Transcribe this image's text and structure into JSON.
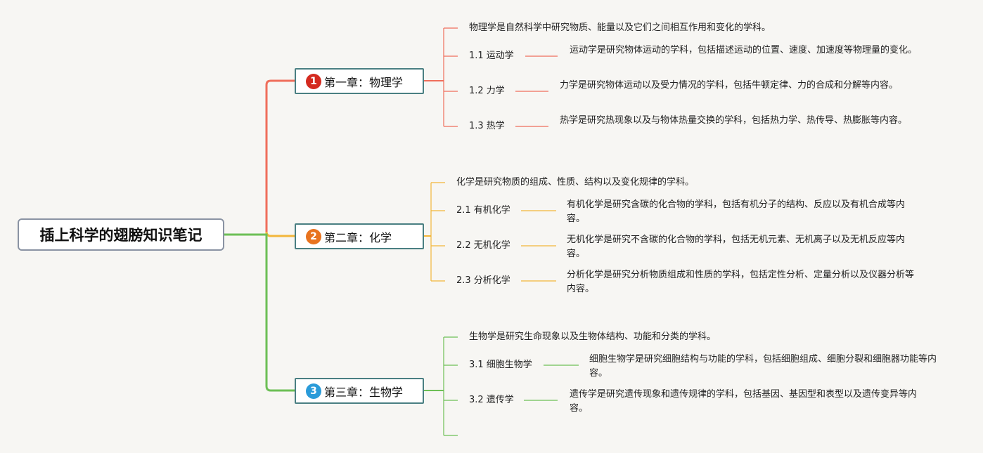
{
  "root": {
    "title": "插上科学的翅膀知识笔记"
  },
  "chapters": [
    {
      "number": "1",
      "title": "第一章：物理学",
      "color": "#ef6e5b",
      "badge_color": "#d42a1f",
      "overview": "物理学是自然科学中研究物质、能量以及它们之间相互作用和变化的学科。",
      "sections": [
        {
          "label": "1.1 运动学",
          "desc": "运动学是研究物体运动的学科，包括描述运动的位置、速度、加速度等物理量的变化。"
        },
        {
          "label": "1.2 力学",
          "desc": "力学是研究物体运动以及受力情况的学科，包括牛顿定律、力的合成和分解等内容。"
        },
        {
          "label": "1.3 热学",
          "desc": "热学是研究热现象以及与物体热量交换的学科，包括热力学、热传导、热膨胀等内容。"
        }
      ]
    },
    {
      "number": "2",
      "title": "第二章：化学",
      "color": "#f3b63a",
      "badge_color": "#e8731f",
      "overview": "化学是研究物质的组成、性质、结构以及变化规律的学科。",
      "sections": [
        {
          "label": "2.1 有机化学",
          "desc": "有机化学是研究含碳的化合物的学科，包括有机分子的结构、反应以及有机合成等内容。"
        },
        {
          "label": "2.2 无机化学",
          "desc": "无机化学是研究不含碳的化合物的学科，包括无机元素、无机离子以及无机反应等内容。"
        },
        {
          "label": "2.3 分析化学",
          "desc": "分析化学是研究分析物质组成和性质的学科，包括定性分析、定量分析以及仪器分析等内容。"
        }
      ]
    },
    {
      "number": "3",
      "title": "第三章：生物学",
      "color": "#6dbf56",
      "badge_color": "#2a9bd9",
      "overview": "生物学是研究生命现象以及生物体结构、功能和分类的学科。",
      "sections": [
        {
          "label": "3.1 细胞生物学",
          "desc": "细胞生物学是研究细胞结构与功能的学科，包括细胞组成、细胞分裂和细胞器功能等内容。"
        },
        {
          "label": "3.2 遗传学",
          "desc": "遗传学是研究遗传现象和遗传规律的学科，包括基因、基因型和表型以及遗传变异等内容。"
        },
        {
          "label": "",
          "desc": ""
        }
      ]
    }
  ]
}
